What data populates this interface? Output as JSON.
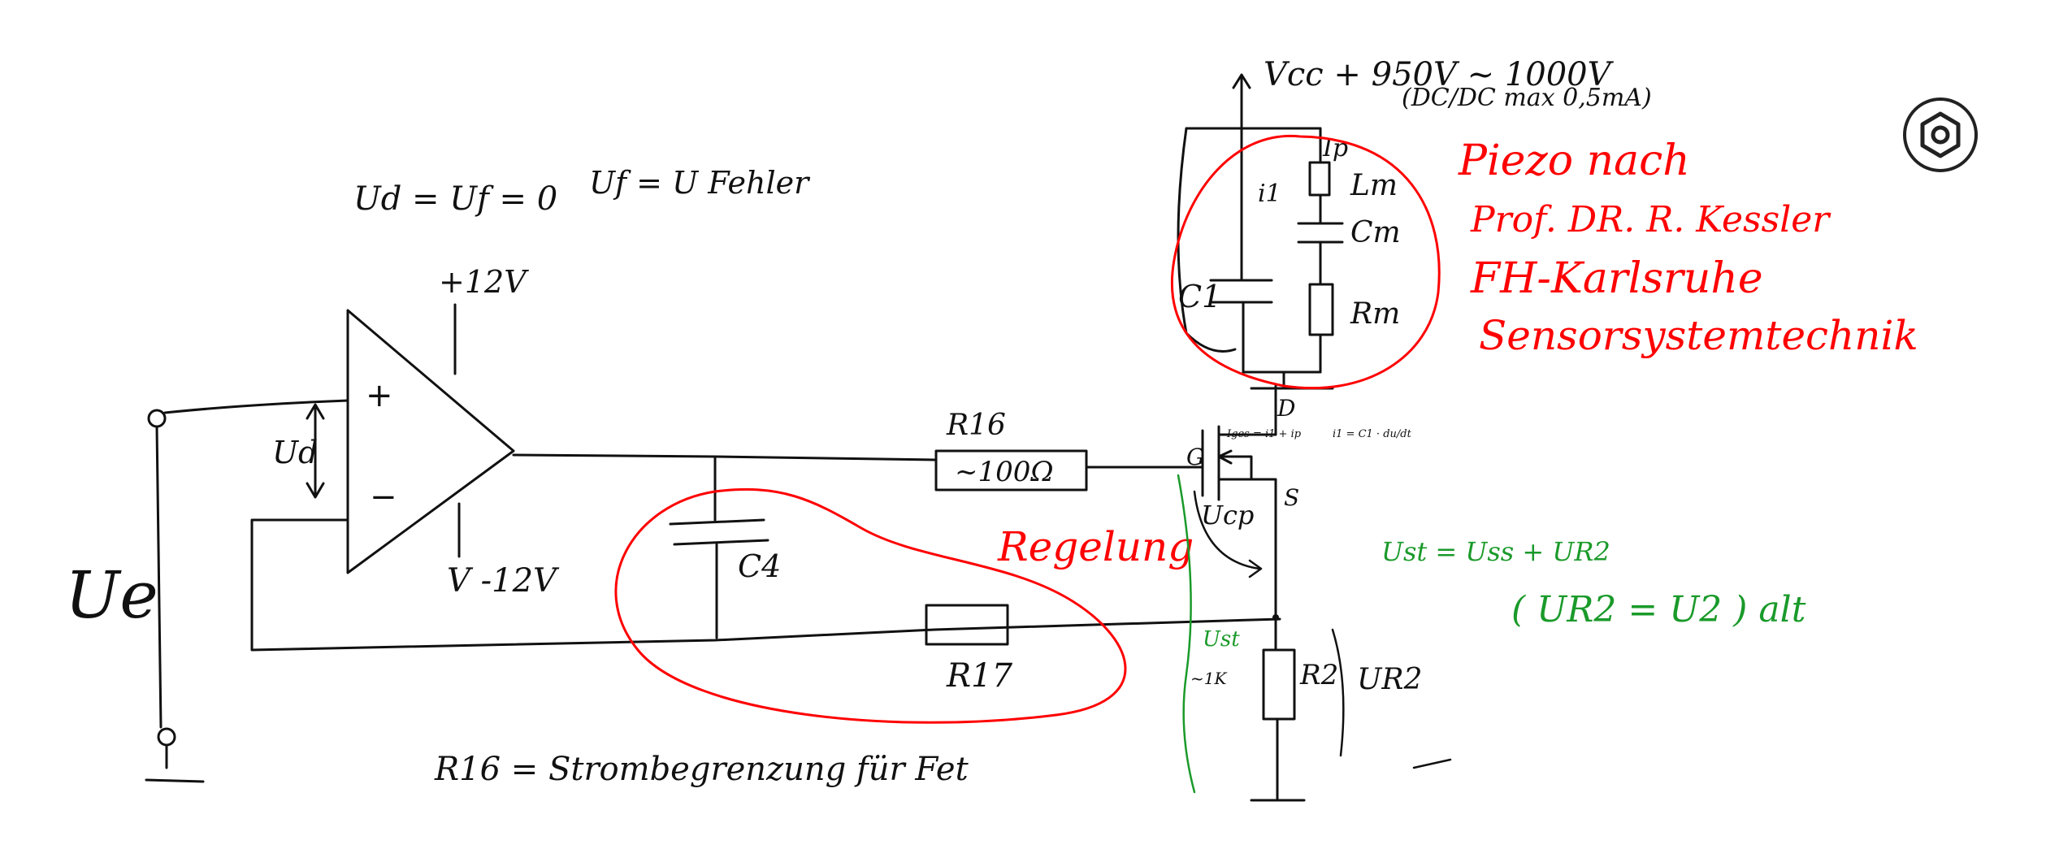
{
  "labels": {
    "vcc_line1": "Vcc + 950V ~ 1000V",
    "vcc_line2": "(DC/DC max 0,5mA)",
    "ud_eq": "Ud = Uf = 0",
    "uf_eq": "Uf = U Fehler",
    "plus12": "+12V",
    "minus12": "V -12V",
    "plus_sign": "+",
    "minus_sign": "−",
    "ud": "Ud",
    "ue": "Ue",
    "r16": "R16",
    "r16_value": "~100Ω",
    "c4": "C4",
    "r17": "R17",
    "r16_note": "R16 = Strombegrenzung für Fet",
    "g": "G",
    "s": "S",
    "d": "D",
    "ucp": "Ucp",
    "ust_small": "Ust",
    "r1k": "~1K",
    "r2": "R2",
    "ur2": "UR2",
    "c1": "C1",
    "i1": "i1",
    "ip": "Ip",
    "lm": "Lm",
    "cm": "Cm",
    "rm": "Rm",
    "small_eq1": "Iges = i1 + ip",
    "small_eq2": "i1 = C1 · du/dt",
    "piezo1": "Piezo nach",
    "piezo2": "Prof. DR. R. Kessler",
    "piezo3": "FH-Karlsruhe",
    "piezo4": "Sensorsystemtechnik",
    "regelung": "Regelung",
    "ust_eq": "Ust = Uss + UR2",
    "ur2_eq": "( UR2 = U2 ) alt"
  },
  "colors": {
    "ink": "#111111",
    "red": "#ff0000",
    "green": "#1a9a2a"
  },
  "toolbar": {
    "icon": "hexagon-settings-icon"
  }
}
